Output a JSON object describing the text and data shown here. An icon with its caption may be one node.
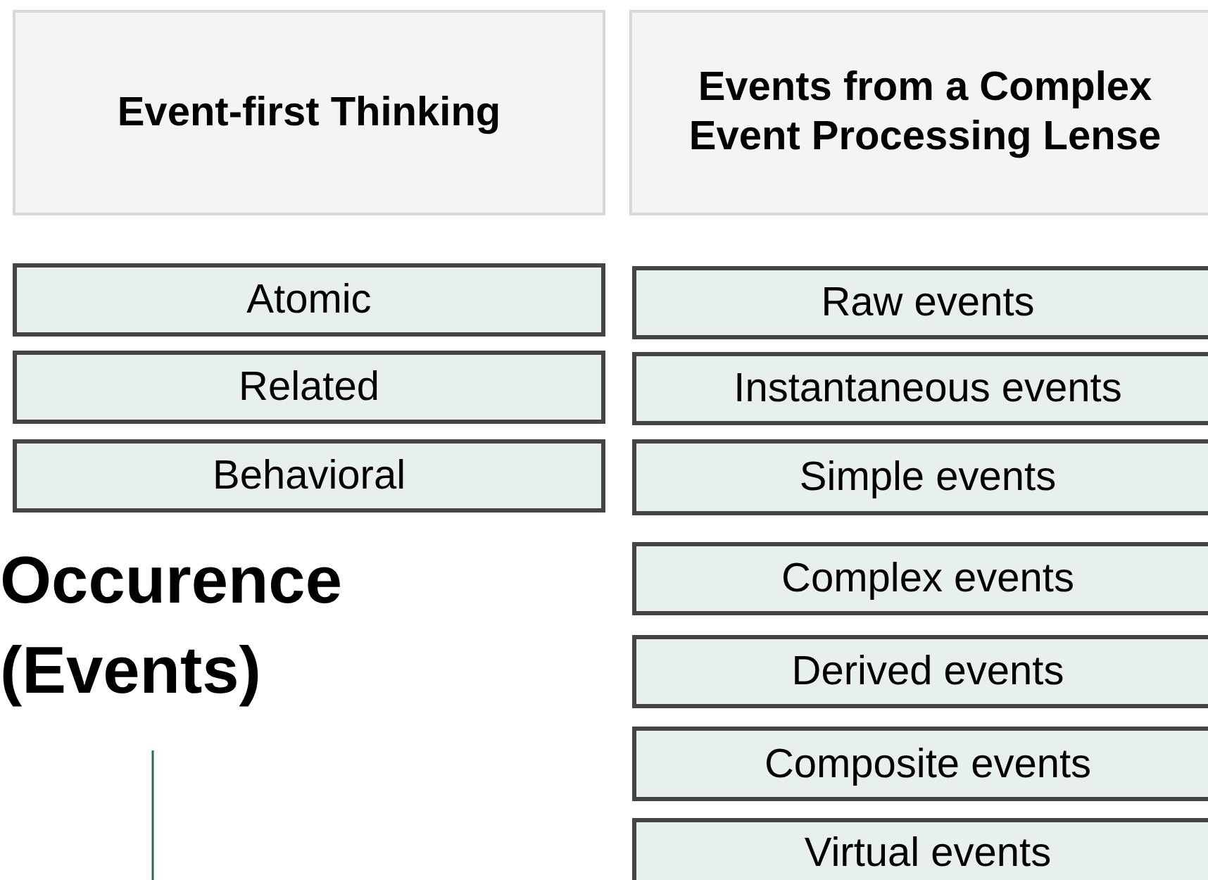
{
  "diagram": {
    "nodes": [
      {
        "text": [
          "Event-first Thinking"
        ]
      },
      {
        "text": [
          "Events from a Complex Event Processing Lense"
        ]
      },
      {
        "text": [
          "Atomic"
        ]
      },
      {
        "text": [
          "Related"
        ]
      },
      {
        "text": [
          "Behavioral"
        ]
      },
      {
        "text": [
          "Raw events"
        ]
      },
      {
        "text": [
          "Instantaneous events"
        ]
      },
      {
        "text": [
          "Simple events"
        ]
      },
      {
        "text": [
          "Complex events"
        ]
      },
      {
        "text": [
          "Derived events"
        ]
      },
      {
        "text": [
          "Composite events"
        ]
      },
      {
        "text": [
          "Virtual events"
        ]
      }
    ],
    "labels": [
      "Occurence (Events)"
    ]
  }
}
